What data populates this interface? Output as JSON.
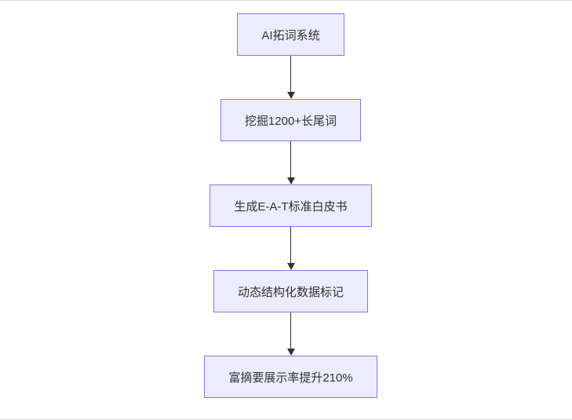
{
  "diagram": {
    "type": "flowchart",
    "direction": "top-down",
    "nodes": [
      {
        "id": "node-1",
        "label": "AI拓词系统"
      },
      {
        "id": "node-2",
        "label": "挖掘1200+长尾词"
      },
      {
        "id": "node-3",
        "label": "生成E-A-T标准白皮书"
      },
      {
        "id": "node-4",
        "label": "动态结构化数据标记"
      },
      {
        "id": "node-5",
        "label": "富摘要展示率提升210%"
      }
    ],
    "edges": [
      {
        "from": "node-1",
        "to": "node-2"
      },
      {
        "from": "node-2",
        "to": "node-3"
      },
      {
        "from": "node-3",
        "to": "node-4"
      },
      {
        "from": "node-4",
        "to": "node-5"
      }
    ],
    "colors": {
      "node_fill": "#ececff",
      "node_border": "#9370db",
      "arrow": "#333333",
      "text": "#333333",
      "background": "#ffffff"
    }
  }
}
